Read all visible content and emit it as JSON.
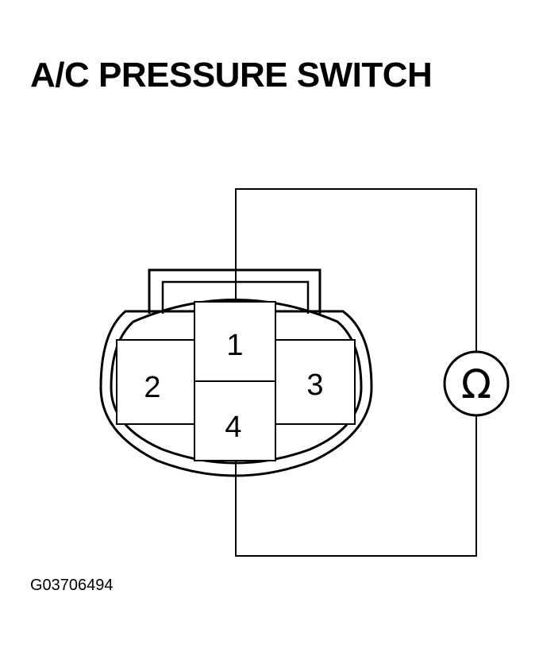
{
  "title": "A/C PRESSURE SWITCH",
  "figure_code": "G03706494",
  "connector": {
    "pins": [
      {
        "number": "1"
      },
      {
        "number": "2"
      },
      {
        "number": "3"
      },
      {
        "number": "4"
      }
    ]
  },
  "meter": {
    "symbol": "Ω"
  },
  "colors": {
    "ink": "#000000",
    "background": "#ffffff"
  }
}
